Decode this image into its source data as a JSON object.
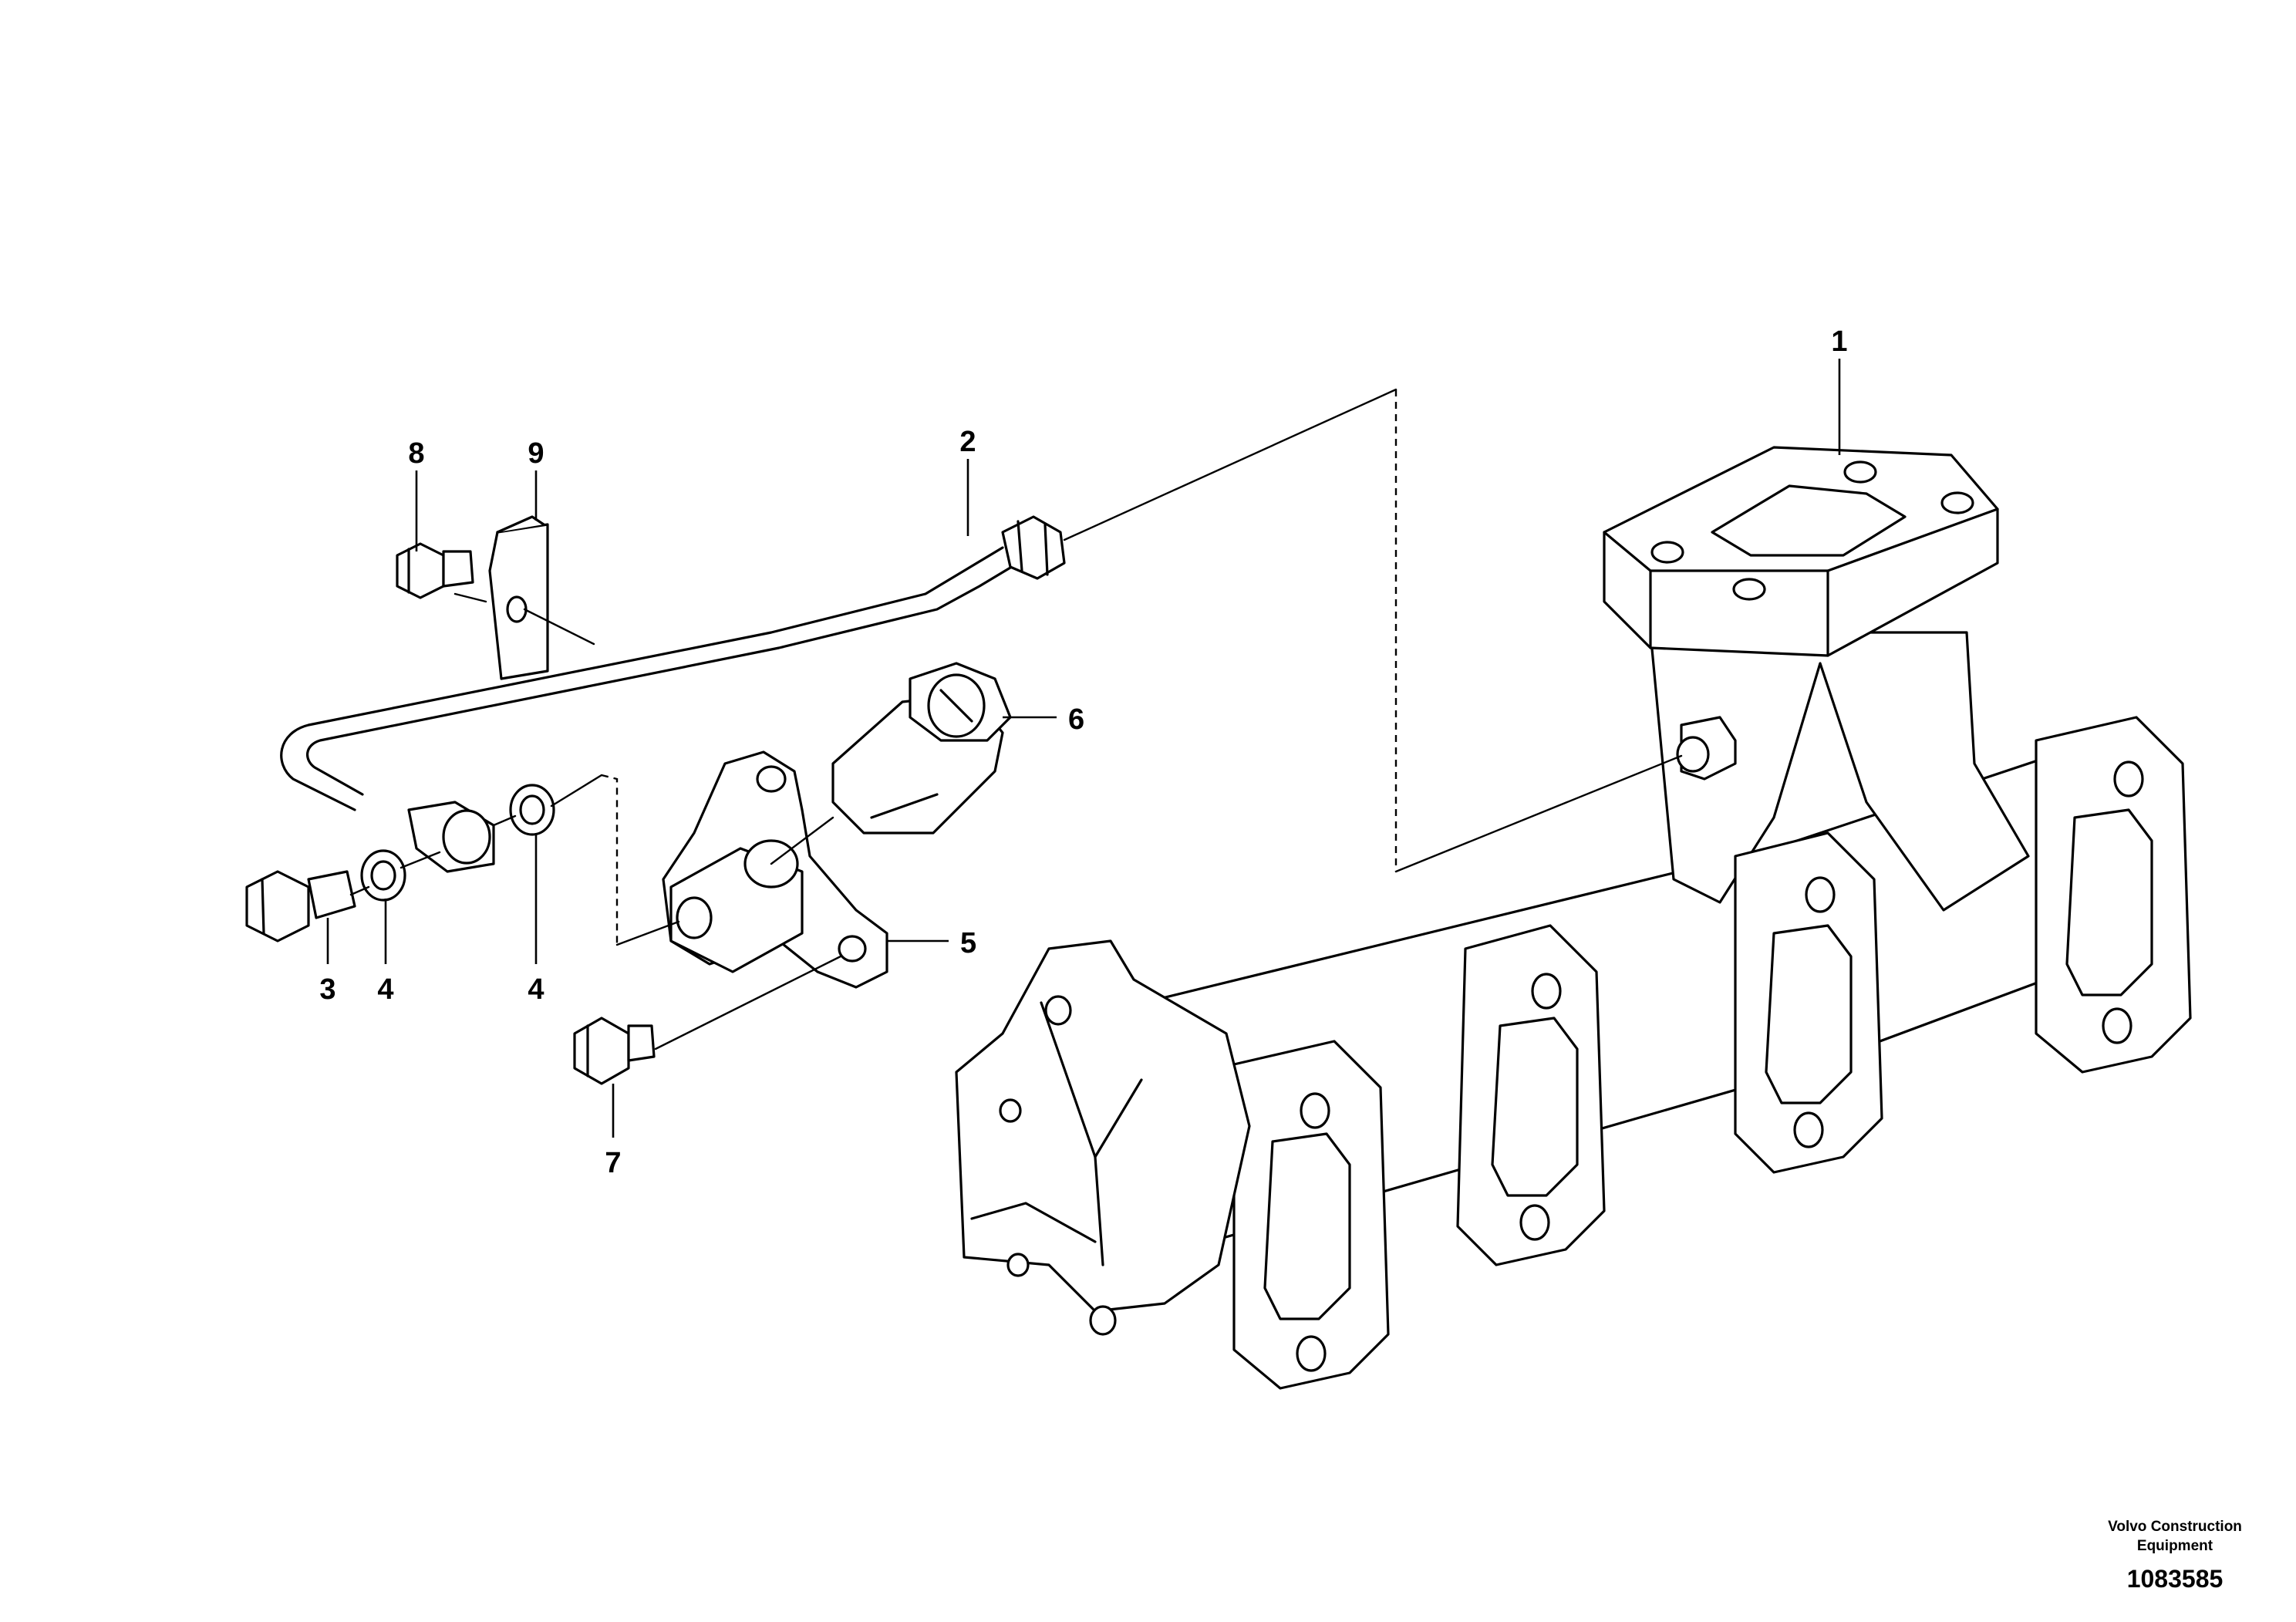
{
  "callouts": {
    "c1": "1",
    "c2": "2",
    "c3": "3",
    "c4a": "4",
    "c4b": "4",
    "c5": "5",
    "c6": "6",
    "c7": "7",
    "c8": "8",
    "c9": "9"
  },
  "footer": {
    "brand_line1": "Volvo Construction",
    "brand_line2": "Equipment",
    "document_number": "1083585"
  }
}
